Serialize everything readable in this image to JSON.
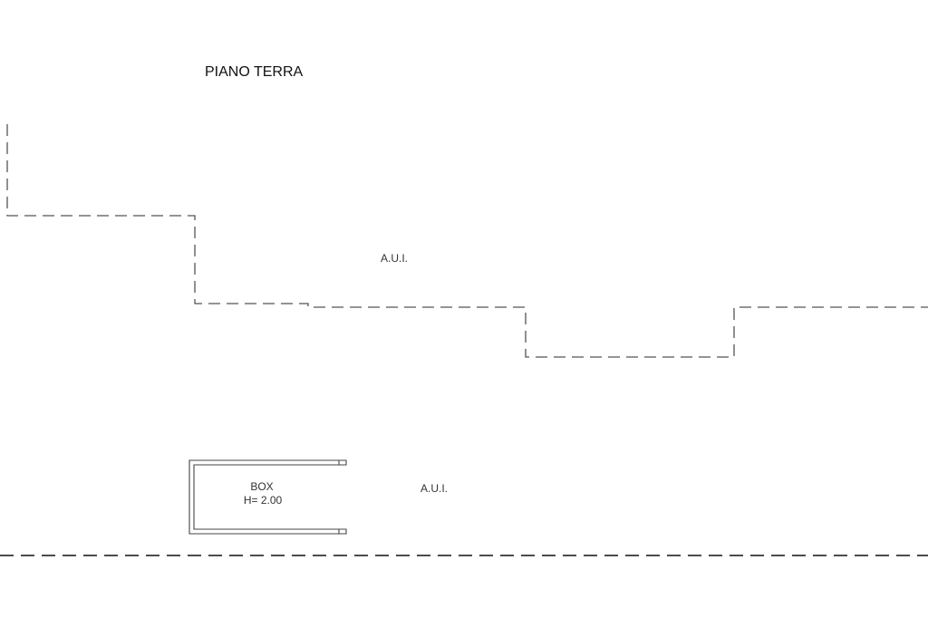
{
  "plan": {
    "title": "PIANO TERRA",
    "area_labels": [
      "A.U.I.",
      "A.U.I."
    ],
    "box": {
      "name": "BOX",
      "height": "H= 2.00"
    }
  }
}
